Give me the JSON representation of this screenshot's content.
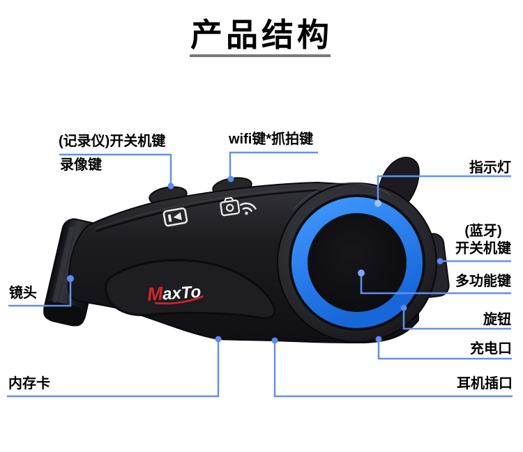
{
  "header": {
    "title": "产品结构",
    "underline_color": "#7a7a7a"
  },
  "device": {
    "brand_logo_m": "M",
    "brand_logo_rest": "axTo",
    "logo_red": "#d8232a",
    "accent_ring_blue": "#2b82f2",
    "body_color": "#17171b",
    "icons": [
      "camcorder-icon",
      "camera-icon",
      "wifi-icon"
    ]
  },
  "callouts": {
    "line_color": "#6190f0",
    "dot_color": "#5d8bef",
    "labels": {
      "recorder_power": "(记录仪)开关机键",
      "record_key": "录像键",
      "wifi_key": "wifi键*抓拍键",
      "indicator": "指示灯",
      "bt_power_line1": "(蓝牙)",
      "bt_power_line2": "开关机键",
      "multifunction": "多功能键",
      "knob": "旋钮",
      "charging_port": "充电口",
      "earphone_jack": "耳机插口",
      "memory_card": "内存卡",
      "lens": "镜头"
    }
  }
}
